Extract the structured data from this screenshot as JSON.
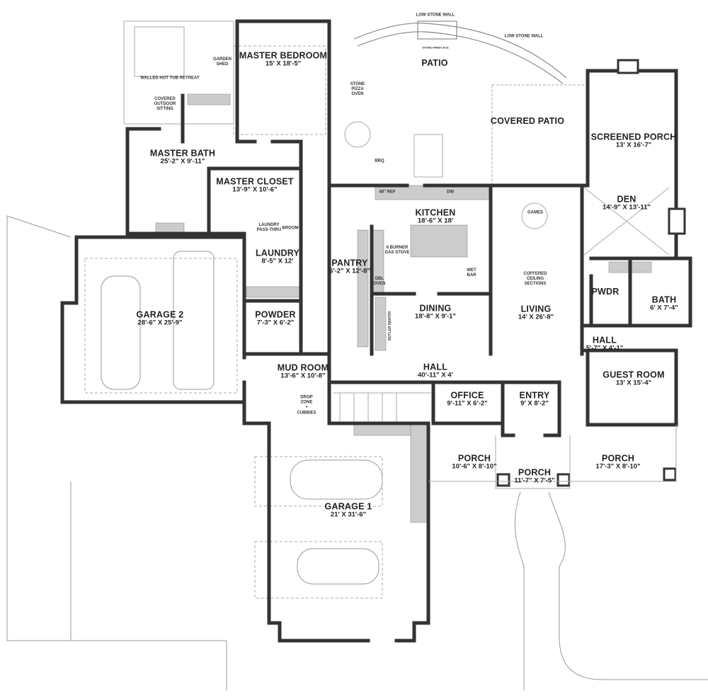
{
  "rooms": {
    "master_bedroom": {
      "name": "MASTER BEDROOM",
      "dim": "15' X 18'-5\""
    },
    "master_bath": {
      "name": "MASTER BATH",
      "dim": "25'-2\" X 9'-11\""
    },
    "master_closet": {
      "name": "MASTER CLOSET",
      "dim": "13'-9\" X 10'-6\""
    },
    "patio": {
      "name": "PATIO"
    },
    "covered_patio": {
      "name": "COVERED PATIO"
    },
    "screened_porch": {
      "name": "SCREENED PORCH",
      "dim": "13' X 16'-7\""
    },
    "kitchen": {
      "name": "KITCHEN",
      "dim": "18'-6\" X 18'"
    },
    "den": {
      "name": "DEN",
      "dim": "14'-9\" X 13'-11\""
    },
    "pantry": {
      "name": "PANTRY",
      "dim": "6'-2\" X 12'-8\""
    },
    "laundry": {
      "name": "LAUNDRY",
      "dim": "8'-5\" X 12'"
    },
    "garage2": {
      "name": "GARAGE 2",
      "dim": "28'-6\" X 25'-9\""
    },
    "powder": {
      "name": "POWDER",
      "dim": "7'-3\" X 6'-2\""
    },
    "dining": {
      "name": "DINING",
      "dim": "18'-8\" X 9'-1\""
    },
    "living": {
      "name": "LIVING",
      "dim": "14' X 26'-8\""
    },
    "pwdr": {
      "name": "PWDR"
    },
    "bath": {
      "name": "BATH",
      "dim": "6' X 7'-4\""
    },
    "hall_small": {
      "name": "HALL",
      "dim": "5'-7\" X 4'-1\""
    },
    "mud_room": {
      "name": "MUD ROOM",
      "dim": "13'-6\" X 10'-8\""
    },
    "hall": {
      "name": "HALL",
      "dim": "40'-11\" X 4'"
    },
    "guest_room": {
      "name": "GUEST ROOM",
      "dim": "13' X 15'-4\""
    },
    "office": {
      "name": "OFFICE",
      "dim": "9'-11\" X 6'-2\""
    },
    "entry": {
      "name": "ENTRY",
      "dim": "9' X 8'-2\""
    },
    "porch_left": {
      "name": "PORCH",
      "dim": "10'-6\" X 8'-10\""
    },
    "porch_center": {
      "name": "PORCH",
      "dim": "11'-7\" X 7'-5\""
    },
    "porch_right": {
      "name": "PORCH",
      "dim": "17'-3\" X 8'-10\""
    },
    "garage1": {
      "name": "GARAGE 1",
      "dim": "21' X 31'-6\""
    }
  },
  "notes": {
    "low_stone_wall_1": "LOW STONE WALL",
    "low_stone_wall_2": "LOW STONE WALL",
    "stone_fireplace": "STONE FIREPLACE",
    "garden_shed": [
      "GARDEN",
      "SHED"
    ],
    "hot_tub": "WALLED HOT TUB RETREAT",
    "covered_outdoor": [
      "COVERED",
      "OUTDOOR",
      "SITTING"
    ],
    "pizza_oven": [
      "STONE",
      "PIZZA",
      "OVEN"
    ],
    "bbq": "BBQ",
    "ref": "48\" REF",
    "dw": "DW",
    "stove": [
      "6 BURNER",
      "GAS STOVE"
    ],
    "dbl_oven": [
      "DBL",
      "OVEN"
    ],
    "wet_bar": [
      "WET",
      "BAR"
    ],
    "games": "GAMES",
    "coffered": [
      "COFFERED",
      "CEILING",
      "SECTIONS"
    ],
    "butler_pantry": "BUTLER PANTRY",
    "laundry_pass": [
      "LAUNDRY",
      "PASS-THRU"
    ],
    "broom": "BROOM",
    "drop_zone": [
      "DROP",
      "ZONE",
      "+",
      "CUBBIES"
    ]
  }
}
